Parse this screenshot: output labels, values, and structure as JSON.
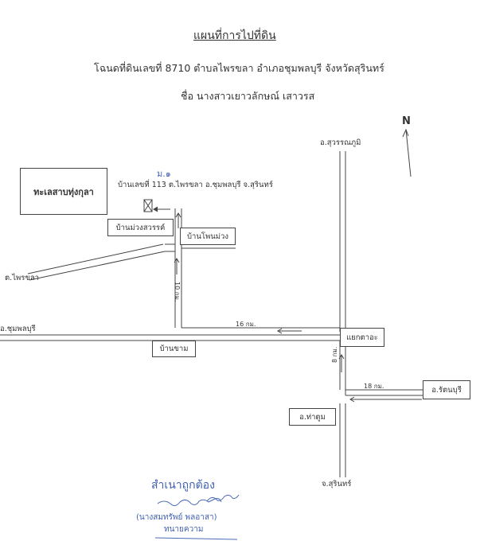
{
  "header": {
    "title": "แผนที่การไปที่ดิน",
    "deed_line": "โฉนดที่ดินเลขที่ 8710 ตำบลไพรขลา อำเภอชุมพลบุรี จังหวัดสุรินทร์",
    "owner_line": "ชื่อ นางสาวเยาวลักษณ์ เสาวรส"
  },
  "north": {
    "label": "N"
  },
  "places": {
    "lake": "ทะเลสาบทุ่งกุลา",
    "plot_note": "บ้านเลขที่ 113 ต.ไพรขลา อ.ชุมพลบุรี จ.สุรินทร์",
    "ban_muang_sawan": "บ้านม่วงสวรรค์",
    "ban_phon_muang": "บ้านโพนม่วง",
    "t_phrai_khla": "ต.ไพรขลา",
    "a_chumphon_buri": "อ.ชุมพลบุรี",
    "ban_kham": "บ้านขาม",
    "yaek_ta_ah": "แยกตาอะ",
    "a_tha_tum": "อ.ท่าตูม",
    "a_rattanaburi": "อ.รัตนบุรี",
    "a_suwannaphum": "อ.สุวรรณภูมิ",
    "j_surin": "จ.สุรินทร์"
  },
  "distances": {
    "km_vertical_left": "10 กม.",
    "km_horizontal_mid": "16 กม.",
    "km_vertical_right": "8 กม.",
    "km_horizontal_right": "18 กม."
  },
  "stamp": {
    "certified": "สำเนาถูกต้อง",
    "name": "(นางสมทรัพย์ พลอาสา)",
    "role": "ทนายความ"
  }
}
